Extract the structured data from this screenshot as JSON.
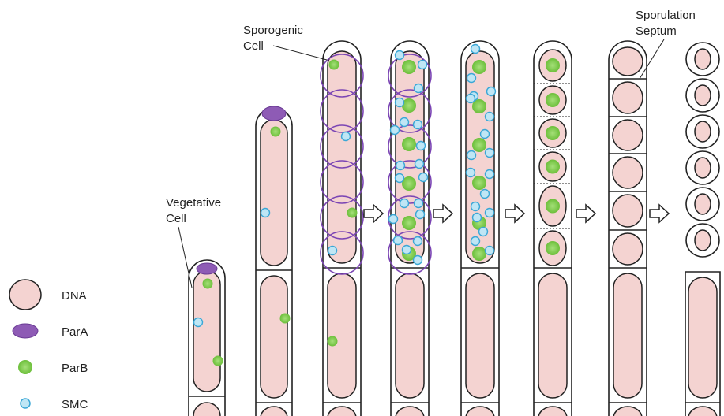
{
  "labels": {
    "sporogenic": [
      "Sporogenic",
      "Cell"
    ],
    "vegetative": [
      "Vegetative",
      "Cell"
    ],
    "sporulation": [
      "Sporulation",
      "Septum"
    ]
  },
  "legend": [
    {
      "label": "DNA",
      "icon": "dna-icon"
    },
    {
      "label": "ParA",
      "icon": "para-icon"
    },
    {
      "label": "ParB",
      "icon": "parb-icon"
    },
    {
      "label": "SMC",
      "icon": "smc-icon"
    }
  ],
  "colors": {
    "dna_fill": "#f4d3d1",
    "para": "#8e5bb5",
    "parb": "#7ac943",
    "smc_fill": "#bfe6f5",
    "smc_stroke": "#3aa7d6",
    "wall": "#222222",
    "chromosome_loop": "#7b45b4"
  }
}
